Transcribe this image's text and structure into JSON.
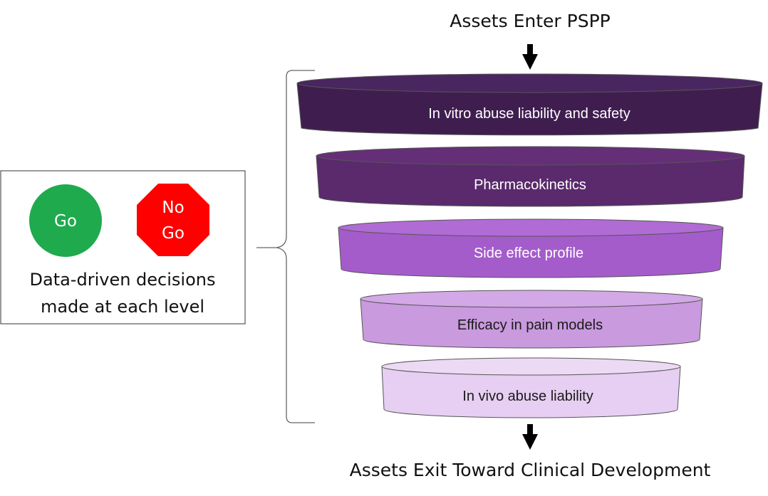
{
  "title_top": "Assets Enter PSPP",
  "title_bottom": "Assets Exit Toward Clinical Development",
  "legend": {
    "go_label": "Go",
    "nogo_line1": "No",
    "nogo_line2": "Go",
    "caption_line1": "Data-driven decisions",
    "caption_line2": "made at each level"
  },
  "stages": [
    {
      "label": "In vitro abuse liability and safety",
      "color": "#3f1e4f",
      "top_color": "#4a2660",
      "text_color": "#ffffff"
    },
    {
      "label": "Pharmacokinetics",
      "color": "#5a2a6c",
      "top_color": "#652f78",
      "text_color": "#ffffff"
    },
    {
      "label": "Side effect profile",
      "color": "#a45ccb",
      "top_color": "#b06bd4",
      "text_color": "#ffffff"
    },
    {
      "label": "Efficacy in pain models",
      "color": "#c99ade",
      "top_color": "#d3a8e6",
      "text_color": "#1a1a1a"
    },
    {
      "label": "In vivo abuse liability",
      "color": "#e6cff2",
      "top_color": "#ecdaf5",
      "text_color": "#1a1a1a"
    }
  ],
  "colors": {
    "go": "#1faa4e",
    "nogo": "#ff0000",
    "outline": "#555555"
  }
}
